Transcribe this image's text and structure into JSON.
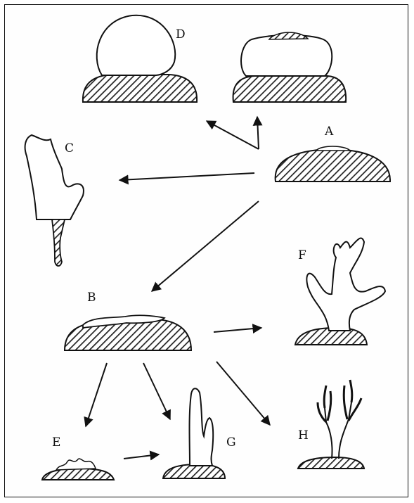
{
  "labels": {
    "A": "A",
    "B": "B",
    "C": "C",
    "D": "D",
    "E": "E",
    "F": "F",
    "G": "G",
    "H": "H"
  },
  "colors": {
    "line": "#111111",
    "hatch": "#222222",
    "background": "#fefefe"
  }
}
